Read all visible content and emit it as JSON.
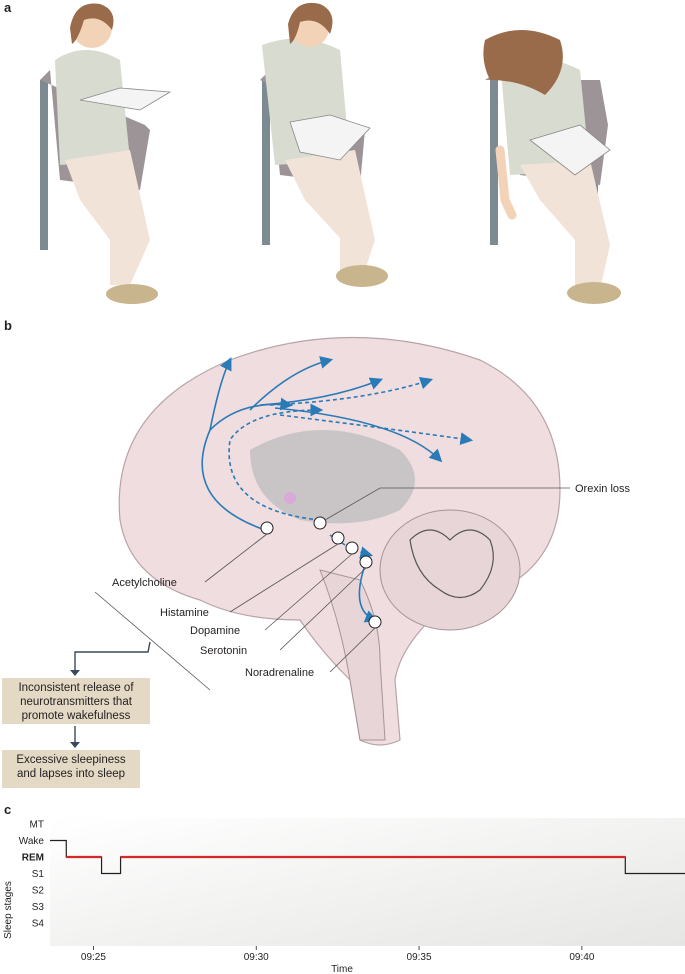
{
  "panels": {
    "a": "a",
    "b": "b",
    "c": "c"
  },
  "brain": {
    "labels": {
      "orexin": "Orexin loss",
      "acetylcholine": "Acetylcholine",
      "histamine": "Histamine",
      "dopamine": "Dopamine",
      "serotonin": "Serotonin",
      "noradrenaline": "Noradrenaline"
    },
    "box1": "Inconsistent release of neurotransmitters that promote wakefulness",
    "box2": "Excessive sleepiness and lapses into sleep"
  },
  "colors": {
    "pathway": "#2a7ab8",
    "rem": "#d42a26",
    "brain": "#efdde0",
    "box": "#e3d9c4"
  },
  "chart_data": {
    "type": "line",
    "title": "",
    "xlabel": "Time",
    "ylabel": "Sleep stages",
    "y_categories": [
      "MT",
      "Wake",
      "REM",
      "S1",
      "S2",
      "S3",
      "S4"
    ],
    "x_ticks": [
      "09:25",
      "09:30",
      "09:35",
      "09:40"
    ],
    "x_range": [
      "09:23:40",
      "09:43:10"
    ],
    "series": [
      {
        "segments": [
          {
            "stage": "Wake",
            "start": "09:23:40",
            "end": "09:24:10"
          },
          {
            "stage": "REM",
            "start": "09:24:10",
            "end": "09:25:15"
          },
          {
            "stage": "S1",
            "start": "09:25:15",
            "end": "09:25:50"
          },
          {
            "stage": "REM",
            "start": "09:25:50",
            "end": "09:41:20"
          },
          {
            "stage": "S1",
            "start": "09:41:20",
            "end": "09:43:10"
          }
        ]
      }
    ],
    "highlight_stage": "REM"
  }
}
